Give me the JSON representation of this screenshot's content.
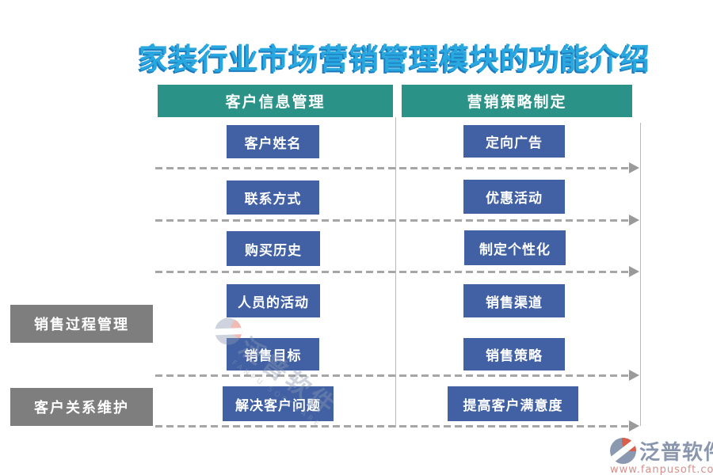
{
  "title": "家装行业市场营销管理模块的功能介绍",
  "columns": [
    {
      "header": "客户信息管理",
      "items": [
        "客户姓名",
        "联系方式",
        "购买历史",
        "人员的活动",
        "销售目标",
        "解决客户问题"
      ]
    },
    {
      "header": "营销策略制定",
      "items": [
        "定向广告",
        "优惠活动",
        "制定个性化",
        "销售渠道",
        "销售策略",
        "提高客户满意度"
      ]
    }
  ],
  "side_labels": [
    {
      "label": "销售过程管理"
    },
    {
      "label": "客户关系维护"
    }
  ],
  "watermark": {
    "brand": "泛普软件",
    "sub": "FANPU SOFTWARE"
  },
  "footer": {
    "brand": "泛普软件",
    "url": "www.fanpusoft.com"
  },
  "colors": {
    "title_cyan": "#29A8E0",
    "title_shadow_blue": "#1C7CBE",
    "header_teal": "#2A9287",
    "item_blue": "#4161A4",
    "side_label_gray": "#7E7E7E",
    "dash_gray": "#A6A6A6",
    "footer_brand_gray_blue": "#8996AE",
    "footer_url_salmon": "#D4908C"
  }
}
